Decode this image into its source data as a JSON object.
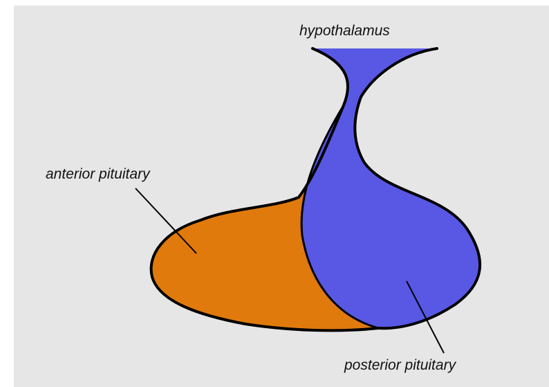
{
  "labels": {
    "hypothalamus": "hypothalamus",
    "anterior": "anterior pituitary",
    "posterior": "posterior pituitary"
  },
  "colors": {
    "anterior_fill": "#e07a0c",
    "posterior_fill": "#5858e4",
    "outline": "#000000",
    "background": "#e6e6e6"
  }
}
